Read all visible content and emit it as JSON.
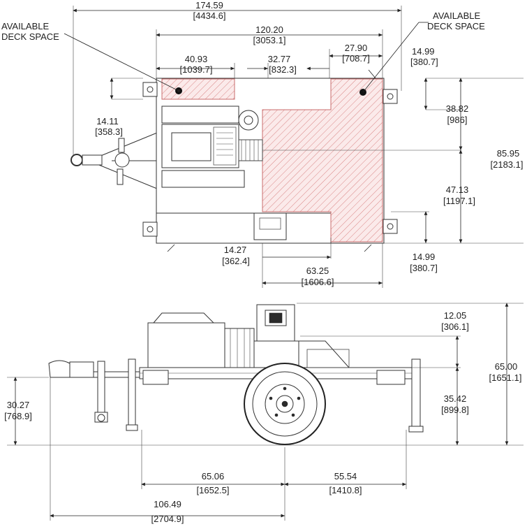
{
  "callouts": {
    "left": [
      "AVAILABLE",
      "DECK SPACE"
    ],
    "right": [
      "AVAILABLE",
      "DECK SPACE"
    ]
  },
  "top_view": {
    "overall_length": [
      "174.59",
      "[4434.6]"
    ],
    "deck_length": [
      "120.20",
      "[3053.1]"
    ],
    "left_deck_width": [
      "40.93",
      "[1039.7]"
    ],
    "middle_gap": [
      "32.77",
      "[832.3]"
    ],
    "right_deck_width": [
      "27.90",
      "[708.7]"
    ],
    "top_right_offset": [
      "14.99",
      "[380.7]"
    ],
    "left_depth": [
      "14.11",
      "[358.3]"
    ],
    "upper_right_depth": [
      "38.82",
      "[986]"
    ],
    "overall_width": [
      "85.95",
      "[2183.1]"
    ],
    "lower_right_depth": [
      "47.13",
      "[1197.1]"
    ],
    "bottom_right_offset": [
      "14.99",
      "[380.7]"
    ],
    "bottom_notch": [
      "14.27",
      "[362.4]"
    ],
    "bottom_deck_length": [
      "63.25",
      "[1606.6]"
    ]
  },
  "side_view": {
    "upper_offset": [
      "12.05",
      "[306.1]"
    ],
    "overall_height": [
      "65.00",
      "[1651.1]"
    ],
    "hitch_height": [
      "30.27",
      "[768.9]"
    ],
    "deck_height": [
      "35.42",
      "[899.8]"
    ],
    "front_to_axle": [
      "65.06",
      "[1652.5]"
    ],
    "axle_to_rear": [
      "55.54",
      "[1410.8]"
    ],
    "hitch_to_axle": [
      "106.49",
      "[2704.9]"
    ]
  }
}
